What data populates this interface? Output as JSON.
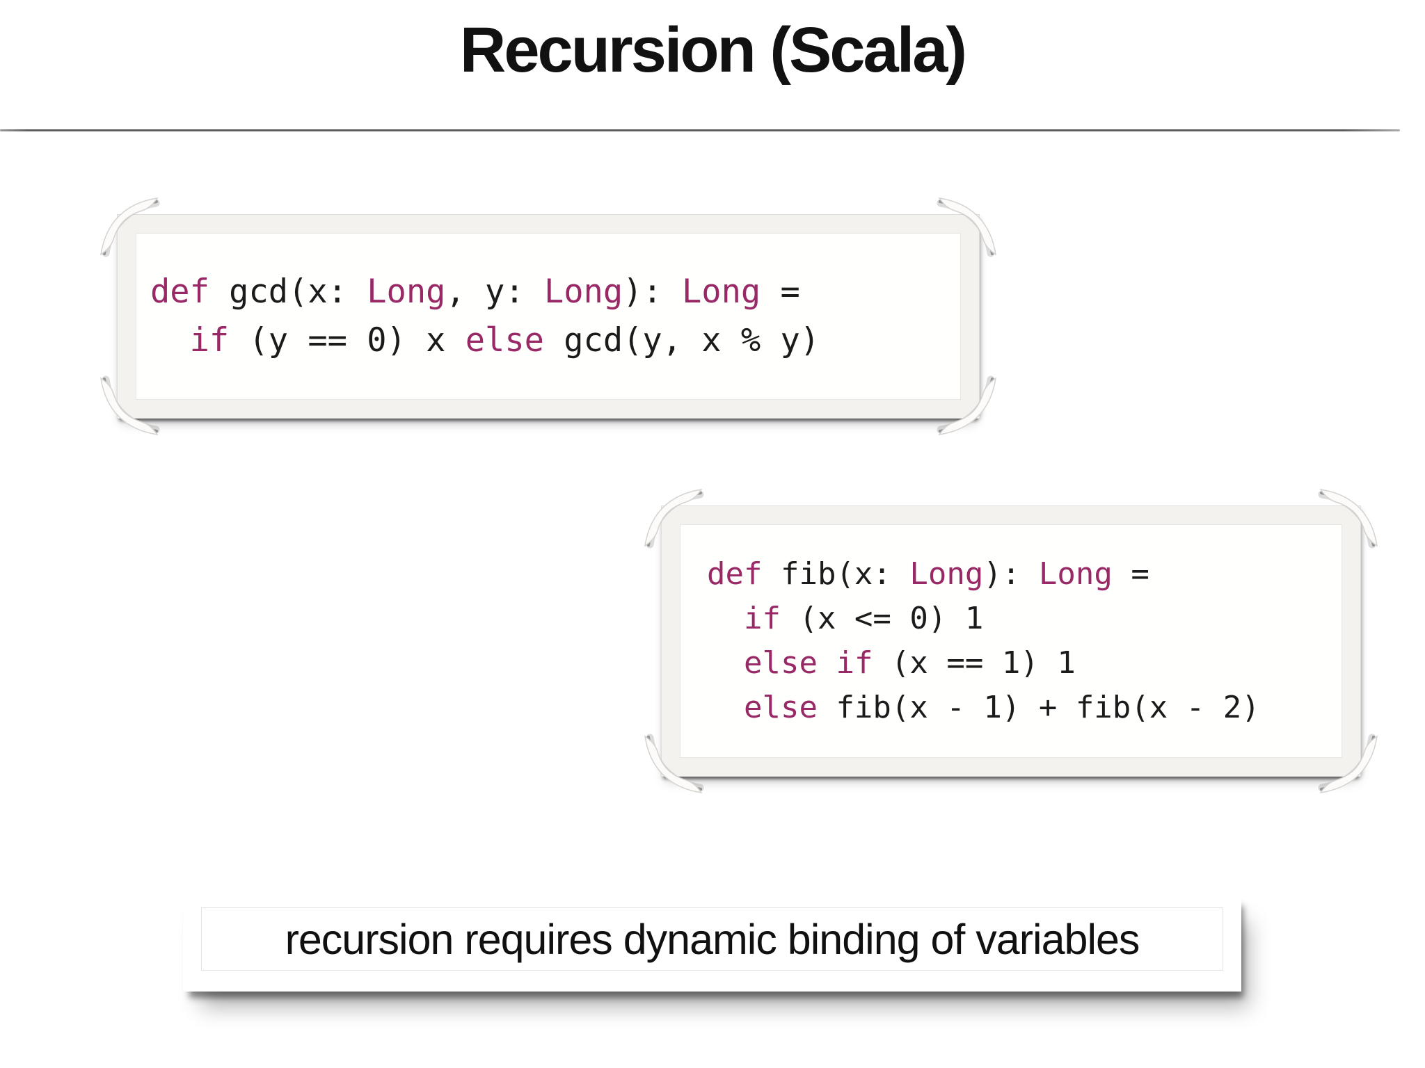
{
  "slide": {
    "title": "Recursion (Scala)",
    "note": "recursion requires dynamic binding of variables"
  },
  "colors": {
    "keyword": "#992966",
    "code_text": "#1b1b1b",
    "title_text": "#111111",
    "divider": "#5e5e5e"
  },
  "code_boxes": [
    {
      "id": "gcd",
      "language": "scala",
      "lines": [
        [
          [
            "k",
            "def"
          ],
          [
            "c",
            " gcd(x: "
          ],
          [
            "k",
            "Long"
          ],
          [
            "c",
            ", y: "
          ],
          [
            "k",
            "Long"
          ],
          [
            "c",
            "): "
          ],
          [
            "k",
            "Long"
          ],
          [
            "c",
            " ="
          ]
        ],
        [
          [
            "c",
            "  "
          ],
          [
            "k",
            "if"
          ],
          [
            "c",
            " (y == 0) x "
          ],
          [
            "k",
            "else"
          ],
          [
            "c",
            " gcd(y, x % y)"
          ]
        ]
      ]
    },
    {
      "id": "fib",
      "language": "scala",
      "lines": [
        [
          [
            "k",
            "def"
          ],
          [
            "c",
            " fib(x: "
          ],
          [
            "k",
            "Long"
          ],
          [
            "c",
            "): "
          ],
          [
            "k",
            "Long"
          ],
          [
            "c",
            " ="
          ]
        ],
        [
          [
            "c",
            "  "
          ],
          [
            "k",
            "if"
          ],
          [
            "c",
            " (x <= 0) 1"
          ]
        ],
        [
          [
            "c",
            "  "
          ],
          [
            "k",
            "else"
          ],
          [
            "c",
            " "
          ],
          [
            "k",
            "if"
          ],
          [
            "c",
            " (x == 1) 1"
          ]
        ],
        [
          [
            "c",
            "  "
          ],
          [
            "k",
            "else"
          ],
          [
            "c",
            " fib(x - 1) + fib(x - 2)"
          ]
        ]
      ]
    }
  ]
}
